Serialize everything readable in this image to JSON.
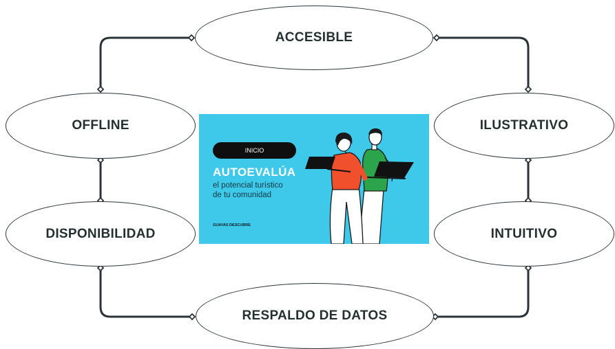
{
  "diagram": {
    "nodes": {
      "top": "ACCESIBLE",
      "upper_left": "OFFLINE",
      "upper_right": "ILUSTRATIVO",
      "lower_left": "DISPONIBILIDAD",
      "lower_right": "INTUITIVO",
      "bottom": "RESPALDO DE DATOS"
    },
    "center_image": {
      "button_label": "INICIO",
      "heading": "AUTOEVALÚA",
      "subtitle_line1": "el potencial turístico",
      "subtitle_line2": "de tu comunidad",
      "brand": "GUAYAS DESCUBRE"
    },
    "colors": {
      "connector": "#2b3337",
      "panel_background": "#3ec9eb",
      "shirt_orange": "#f0512c",
      "shirt_green": "#2ca44b"
    }
  }
}
